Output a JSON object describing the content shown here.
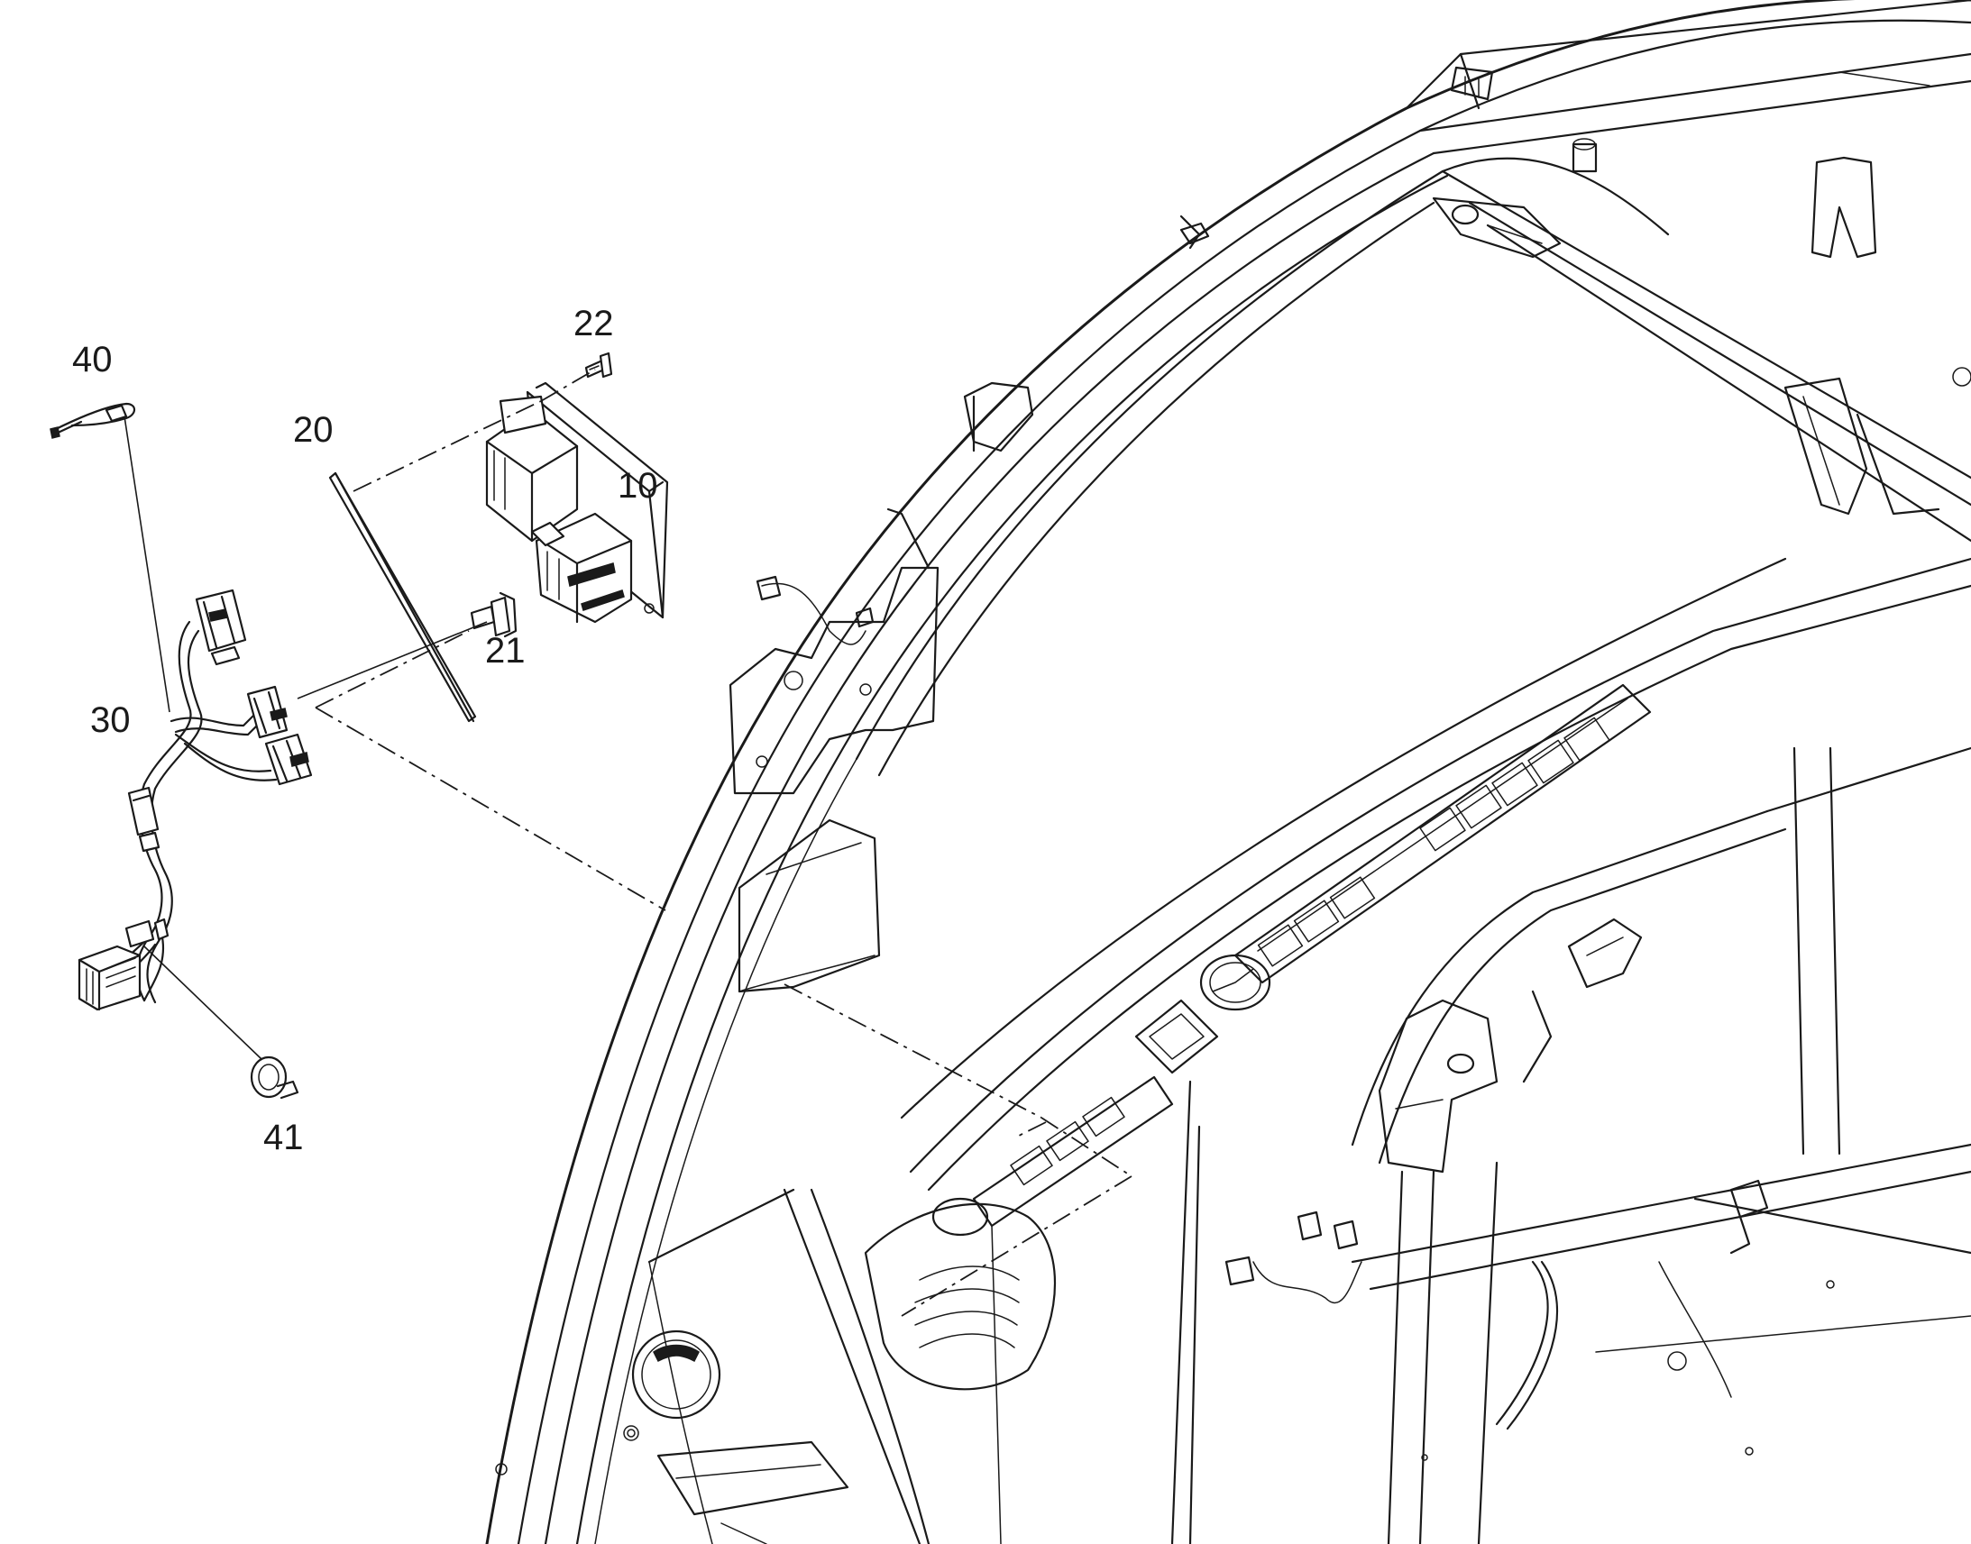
{
  "callouts": {
    "c10": "10",
    "c20": "20",
    "c21": "21",
    "c22": "22",
    "c30": "30",
    "c40": "40",
    "c41": "41"
  },
  "colors": {
    "line": "#1a1a1a",
    "background": "#ffffff"
  }
}
